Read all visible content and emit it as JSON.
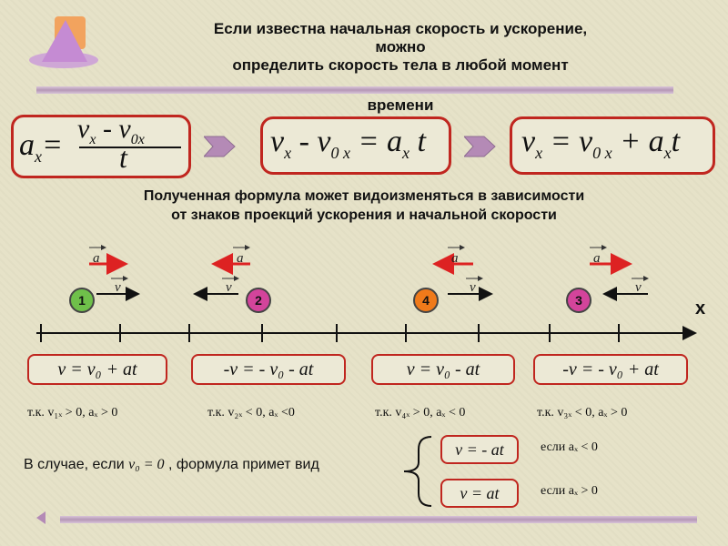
{
  "title": {
    "line1": "Если известна начальная скорость и ускорение,",
    "line2": "можно",
    "line3": "определить  скорость тела в любой момент",
    "line4": "времени"
  },
  "formulas": {
    "f1_left": "a",
    "f1_left_sub": "x",
    "f1_eq": "=",
    "f1_num": "v",
    "f1_num_sub": "x",
    "f1_minus": " - v",
    "f1_num_sub2": "0x",
    "f1_den": "t",
    "f2": "v",
    "f2_sub": "x",
    "f2_rest": " - v",
    "f2_sub2": "0 x",
    "f2_eq": " = a",
    "f2_sub3": "x",
    "f2_t": " t",
    "f3": "v",
    "f3_sub": "x",
    "f3_rest": " = v",
    "f3_sub2": "0 x",
    "f3_plus": " + a",
    "f3_sub3": "x",
    "f3_t": "t"
  },
  "subtitle": {
    "line1": "Полученная формула может видоизменяться в зависимости",
    "line2": "от  знаков  проекций  ускорения и  начальной скорости"
  },
  "vectors": {
    "a": "a",
    "v": "v"
  },
  "cases": [
    {
      "num": "1",
      "color": "#6fc04a",
      "eq": "v = v₀ + at",
      "cond": "т.к. v₁ₓ > 0, aₓ > 0"
    },
    {
      "num": "2",
      "color": "#d3449b",
      "eq": "-v = - v₀ - at",
      "cond": "т.к. v₂ₓ < 0, aₓ <0"
    },
    {
      "num": "4",
      "color": "#f07a1a",
      "eq": "v = v₀ - at",
      "cond": "т.к. v₄ₓ > 0, aₓ < 0"
    },
    {
      "num": "3",
      "color": "#d3449b",
      "eq": "-v = - v₀ + at",
      "cond": "т.к. v₃ₓ < 0, aₓ > 0"
    }
  ],
  "axis_label": "x",
  "bottom": {
    "text_pre": "В случае, если ",
    "text_v0": "v₀ = 0",
    "text_post": " , формула примет вид",
    "eq1": "v = - at",
    "eq1_cond": "если aₓ < 0",
    "eq2": "v =  at",
    "eq2_cond": "если aₓ > 0"
  }
}
